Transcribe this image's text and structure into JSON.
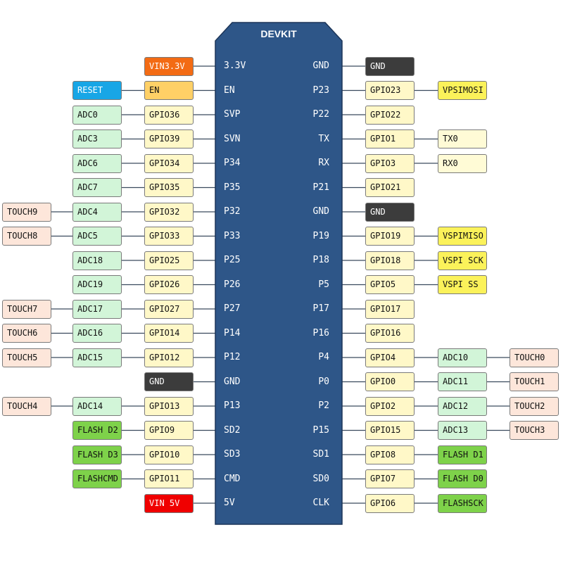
{
  "board": {
    "title": "DEVKIT",
    "body_color": "#2e5688"
  },
  "colors": {
    "gpio": "#fff8c8",
    "adc": "#d2f5d8",
    "touch": "#fde6da",
    "gnd": "#3c3c3c",
    "flash": "#7ed24a",
    "vspi": "#fbf25a",
    "vin3": "#f36b14",
    "vin5": "#f00000",
    "reset": "#18a6e6",
    "en": "#ffd066",
    "io": "#fffbd6"
  },
  "left_pins": [
    {
      "pin": "3.3V",
      "boxes": [
        {
          "text": "VIN3.3V",
          "kind": "vin3"
        }
      ]
    },
    {
      "pin": "EN",
      "boxes": [
        {
          "text": "EN",
          "kind": "en"
        },
        {
          "text": "RESET",
          "kind": "reset"
        }
      ]
    },
    {
      "pin": "SVP",
      "boxes": [
        {
          "text": "GPIO36",
          "kind": "gpio"
        },
        {
          "text": "ADC0",
          "kind": "adc"
        }
      ]
    },
    {
      "pin": "SVN",
      "boxes": [
        {
          "text": "GPIO39",
          "kind": "gpio"
        },
        {
          "text": "ADC3",
          "kind": "adc"
        }
      ]
    },
    {
      "pin": "P34",
      "boxes": [
        {
          "text": "GPIO34",
          "kind": "gpio"
        },
        {
          "text": "ADC6",
          "kind": "adc"
        }
      ]
    },
    {
      "pin": "P35",
      "boxes": [
        {
          "text": "GPIO35",
          "kind": "gpio"
        },
        {
          "text": "ADC7",
          "kind": "adc"
        }
      ]
    },
    {
      "pin": "P32",
      "boxes": [
        {
          "text": "GPIO32",
          "kind": "gpio"
        },
        {
          "text": "ADC4",
          "kind": "adc"
        },
        {
          "text": "TOUCH9",
          "kind": "touch"
        }
      ]
    },
    {
      "pin": "P33",
      "boxes": [
        {
          "text": "GPIO33",
          "kind": "gpio"
        },
        {
          "text": "ADC5",
          "kind": "adc"
        },
        {
          "text": "TOUCH8",
          "kind": "touch"
        }
      ]
    },
    {
      "pin": "P25",
      "boxes": [
        {
          "text": "GPIO25",
          "kind": "gpio"
        },
        {
          "text": "ADC18",
          "kind": "adc"
        }
      ]
    },
    {
      "pin": "P26",
      "boxes": [
        {
          "text": "GPIO26",
          "kind": "gpio"
        },
        {
          "text": "ADC19",
          "kind": "adc"
        }
      ]
    },
    {
      "pin": "P27",
      "boxes": [
        {
          "text": "GPIO27",
          "kind": "gpio"
        },
        {
          "text": "ADC17",
          "kind": "adc"
        },
        {
          "text": "TOUCH7",
          "kind": "touch"
        }
      ]
    },
    {
      "pin": "P14",
      "boxes": [
        {
          "text": "GPIO14",
          "kind": "gpio"
        },
        {
          "text": "ADC16",
          "kind": "adc"
        },
        {
          "text": "TOUCH6",
          "kind": "touch"
        }
      ]
    },
    {
      "pin": "P12",
      "boxes": [
        {
          "text": "GPIO12",
          "kind": "gpio"
        },
        {
          "text": "ADC15",
          "kind": "adc"
        },
        {
          "text": "TOUCH5",
          "kind": "touch"
        }
      ]
    },
    {
      "pin": "GND",
      "boxes": [
        {
          "text": "GND",
          "kind": "gnd"
        }
      ]
    },
    {
      "pin": "P13",
      "boxes": [
        {
          "text": "GPIO13",
          "kind": "gpio"
        },
        {
          "text": "ADC14",
          "kind": "adc"
        },
        {
          "text": "TOUCH4",
          "kind": "touch"
        }
      ]
    },
    {
      "pin": "SD2",
      "boxes": [
        {
          "text": "GPIO9",
          "kind": "gpio"
        },
        {
          "text": "FLASH D2",
          "kind": "flash"
        }
      ]
    },
    {
      "pin": "SD3",
      "boxes": [
        {
          "text": "GPIO10",
          "kind": "gpio"
        },
        {
          "text": "FLASH D3",
          "kind": "flash"
        }
      ]
    },
    {
      "pin": "CMD",
      "boxes": [
        {
          "text": "GPIO11",
          "kind": "gpio"
        },
        {
          "text": "FLASHCMD",
          "kind": "flash"
        }
      ]
    },
    {
      "pin": "5V",
      "boxes": [
        {
          "text": "VIN 5V",
          "kind": "vin5"
        }
      ]
    }
  ],
  "right_pins": [
    {
      "pin": "GND",
      "boxes": [
        {
          "text": "GND",
          "kind": "gnd"
        }
      ]
    },
    {
      "pin": "P23",
      "boxes": [
        {
          "text": "GPIO23",
          "kind": "gpio"
        },
        {
          "text": "VPSIMOSI",
          "kind": "vspi"
        }
      ]
    },
    {
      "pin": "P22",
      "boxes": [
        {
          "text": "GPIO22",
          "kind": "gpio"
        }
      ]
    },
    {
      "pin": "TX",
      "boxes": [
        {
          "text": "GPIO1",
          "kind": "gpio"
        },
        {
          "text": "TX0",
          "kind": "io"
        }
      ]
    },
    {
      "pin": "RX",
      "boxes": [
        {
          "text": "GPIO3",
          "kind": "gpio"
        },
        {
          "text": "RX0",
          "kind": "io"
        }
      ]
    },
    {
      "pin": "P21",
      "boxes": [
        {
          "text": "GPIO21",
          "kind": "gpio"
        }
      ]
    },
    {
      "pin": "GND",
      "boxes": [
        {
          "text": "GND",
          "kind": "gnd"
        }
      ]
    },
    {
      "pin": "P19",
      "boxes": [
        {
          "text": "GPIO19",
          "kind": "gpio"
        },
        {
          "text": "VSPIMISO",
          "kind": "vspi"
        }
      ]
    },
    {
      "pin": "P18",
      "boxes": [
        {
          "text": "GPIO18",
          "kind": "gpio"
        },
        {
          "text": "VSPI SCK",
          "kind": "vspi"
        }
      ]
    },
    {
      "pin": "P5",
      "boxes": [
        {
          "text": "GPIO5",
          "kind": "gpio"
        },
        {
          "text": "VSPI SS",
          "kind": "vspi"
        }
      ]
    },
    {
      "pin": "P17",
      "boxes": [
        {
          "text": "GPIO17",
          "kind": "gpio"
        }
      ]
    },
    {
      "pin": "P16",
      "boxes": [
        {
          "text": "GPIO16",
          "kind": "gpio"
        }
      ]
    },
    {
      "pin": "P4",
      "boxes": [
        {
          "text": "GPIO4",
          "kind": "gpio"
        },
        {
          "text": "ADC10",
          "kind": "adc"
        },
        {
          "text": "TOUCH0",
          "kind": "touch"
        }
      ]
    },
    {
      "pin": "P0",
      "boxes": [
        {
          "text": "GPIO0",
          "kind": "gpio"
        },
        {
          "text": "ADC11",
          "kind": "adc"
        },
        {
          "text": "TOUCH1",
          "kind": "touch"
        }
      ]
    },
    {
      "pin": "P2",
      "boxes": [
        {
          "text": "GPIO2",
          "kind": "gpio"
        },
        {
          "text": "ADC12",
          "kind": "adc"
        },
        {
          "text": "TOUCH2",
          "kind": "touch"
        }
      ]
    },
    {
      "pin": "P15",
      "boxes": [
        {
          "text": "GPIO15",
          "kind": "gpio"
        },
        {
          "text": "ADC13",
          "kind": "adc"
        },
        {
          "text": "TOUCH3",
          "kind": "touch"
        }
      ]
    },
    {
      "pin": "SD1",
      "boxes": [
        {
          "text": "GPIO8",
          "kind": "gpio"
        },
        {
          "text": "FLASH D1",
          "kind": "flash"
        }
      ]
    },
    {
      "pin": "SD0",
      "boxes": [
        {
          "text": "GPIO7",
          "kind": "gpio"
        },
        {
          "text": "FLASH D0",
          "kind": "flash"
        }
      ]
    },
    {
      "pin": "CLK",
      "boxes": [
        {
          "text": "GPIO6",
          "kind": "gpio"
        },
        {
          "text": "FLASHSCK",
          "kind": "flash"
        }
      ]
    }
  ]
}
